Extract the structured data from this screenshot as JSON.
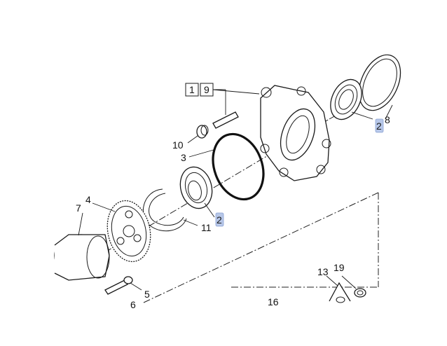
{
  "diagram": {
    "callouts": {
      "c1": "1",
      "c9": "9",
      "c10": "10",
      "c3": "3",
      "c2a": "2",
      "c8": "8",
      "c2b": "2",
      "c11": "11",
      "c4": "4",
      "c7": "7",
      "c5": "5",
      "c6": "6",
      "c13": "13",
      "c19": "19",
      "c16": "16"
    },
    "highlight_color": "#b7c7e8"
  }
}
